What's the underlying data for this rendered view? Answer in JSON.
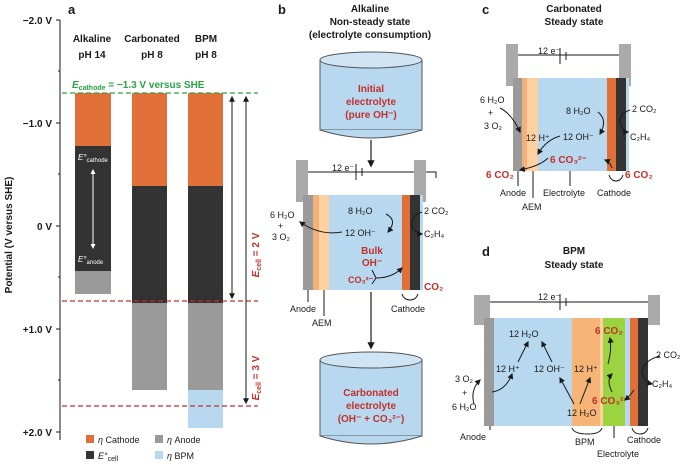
{
  "panel_a": {
    "letter": "a",
    "y_axis_title": "Potential (V versus SHE)",
    "ticks": [
      "−2.0 V",
      "−1.0 V",
      "0 V",
      "+1.0 V",
      "+2.0 V"
    ],
    "columns": [
      {
        "name": "Alkaline",
        "ph": "pH 14"
      },
      {
        "name": "Carbonated",
        "ph": "pH 8"
      },
      {
        "name": "BPM",
        "ph": "pH 8"
      }
    ],
    "cathode_line_label": "E",
    "cathode_line_sub": "cathode",
    "cathode_line_rest": " = −1.3 V versus SHE",
    "e_cathode_label": "E°",
    "e_cathode_sub": "cathode",
    "e_anode_label": "E°",
    "e_anode_sub": "anode",
    "ecell2_label": "E",
    "ecell2_sub": "cell",
    "ecell2_rest": " = 2 V",
    "ecell3_label": "E",
    "ecell3_sub": "cell",
    "ecell3_rest": " = 3 V",
    "legend": [
      {
        "key": "eta_cathode",
        "symbol": "η",
        "text": "Cathode",
        "color": "#e07038"
      },
      {
        "key": "eta_anode",
        "symbol": "η",
        "text": "Anode",
        "color": "#9a9a9a"
      },
      {
        "key": "ecell",
        "symbol": "E°",
        "sub": "cell",
        "text": "",
        "color": "#333333"
      },
      {
        "key": "eta_bpm",
        "symbol": "η",
        "text": "BPM",
        "color": "#b8d8ef"
      }
    ],
    "colors": {
      "cathode": "#e07038",
      "ecell": "#333333",
      "anode": "#9a9a9a",
      "bpm": "#b8d8ef",
      "green_line": "#2aa344",
      "red_line": "#c0312b"
    }
  },
  "panel_b": {
    "letter": "b",
    "title_1": "Alkaline",
    "title_2": "Non-steady state",
    "title_3": "(electrolyte consumption)",
    "top_beaker_1": "Initial",
    "top_beaker_2": "electrolyte",
    "top_beaker_3": "(pure OH⁻)",
    "bottom_beaker_1": "Carbonated",
    "bottom_beaker_2": "electrolyte",
    "bottom_beaker_3": "(OH⁻ + CO₃²⁻)",
    "electrons": "12 e⁻",
    "h2o_out": "6 H₂O",
    "plus": "+",
    "o2": "3 O₂",
    "h2o_in": "8 H₂O",
    "oh": "12 OH⁻",
    "co2_in": "2 CO₂",
    "c2h4": "C₂H₄",
    "bulk_1": "Bulk",
    "bulk_2": "OH⁻",
    "co3": "CO₃²⁻",
    "co2_red": "CO₂",
    "anode": "Anode",
    "aem": "AEM",
    "cathode": "Cathode"
  },
  "panel_c": {
    "letter": "c",
    "title_1": "Carbonated",
    "title_2": "Steady state",
    "electrons": "12 e⁻",
    "h2o_out": "6 H₂O",
    "plus": "+",
    "o2": "3 O₂",
    "h_plus": "12 H⁺",
    "h2o_in": "8 H₂O",
    "oh": "12 OH⁻",
    "co2_in": "2 CO₂",
    "c2h4": "C₂H₄",
    "co3": "6 CO₃²⁻",
    "co2_left": "6 CO₂",
    "co2_right": "6 CO₂",
    "anode": "Anode",
    "aem": "AEM",
    "electrolyte": "Electrolyte",
    "cathode": "Cathode"
  },
  "panel_d": {
    "letter": "d",
    "title_1": "BPM",
    "title_2": "Steady state",
    "electrons": "12 e⁻",
    "o2": "3 O₂",
    "plus": "+",
    "h2o_out": "6 H₂O",
    "h2o_top": "12 H₂O",
    "h_plus_left": "12 H⁺",
    "oh": "12 OH⁻",
    "h_plus_right": "12 H⁺",
    "co2_top": "6 CO₂",
    "co3": "6 CO₃²⁻",
    "h2o_bottom": "12 H₂O",
    "co2_in": "2 CO₂",
    "c2h4": "C₂H₄",
    "anode": "Anode",
    "bpm": "BPM",
    "electrolyte": "Electrolyte",
    "cathode": "Cathode"
  }
}
